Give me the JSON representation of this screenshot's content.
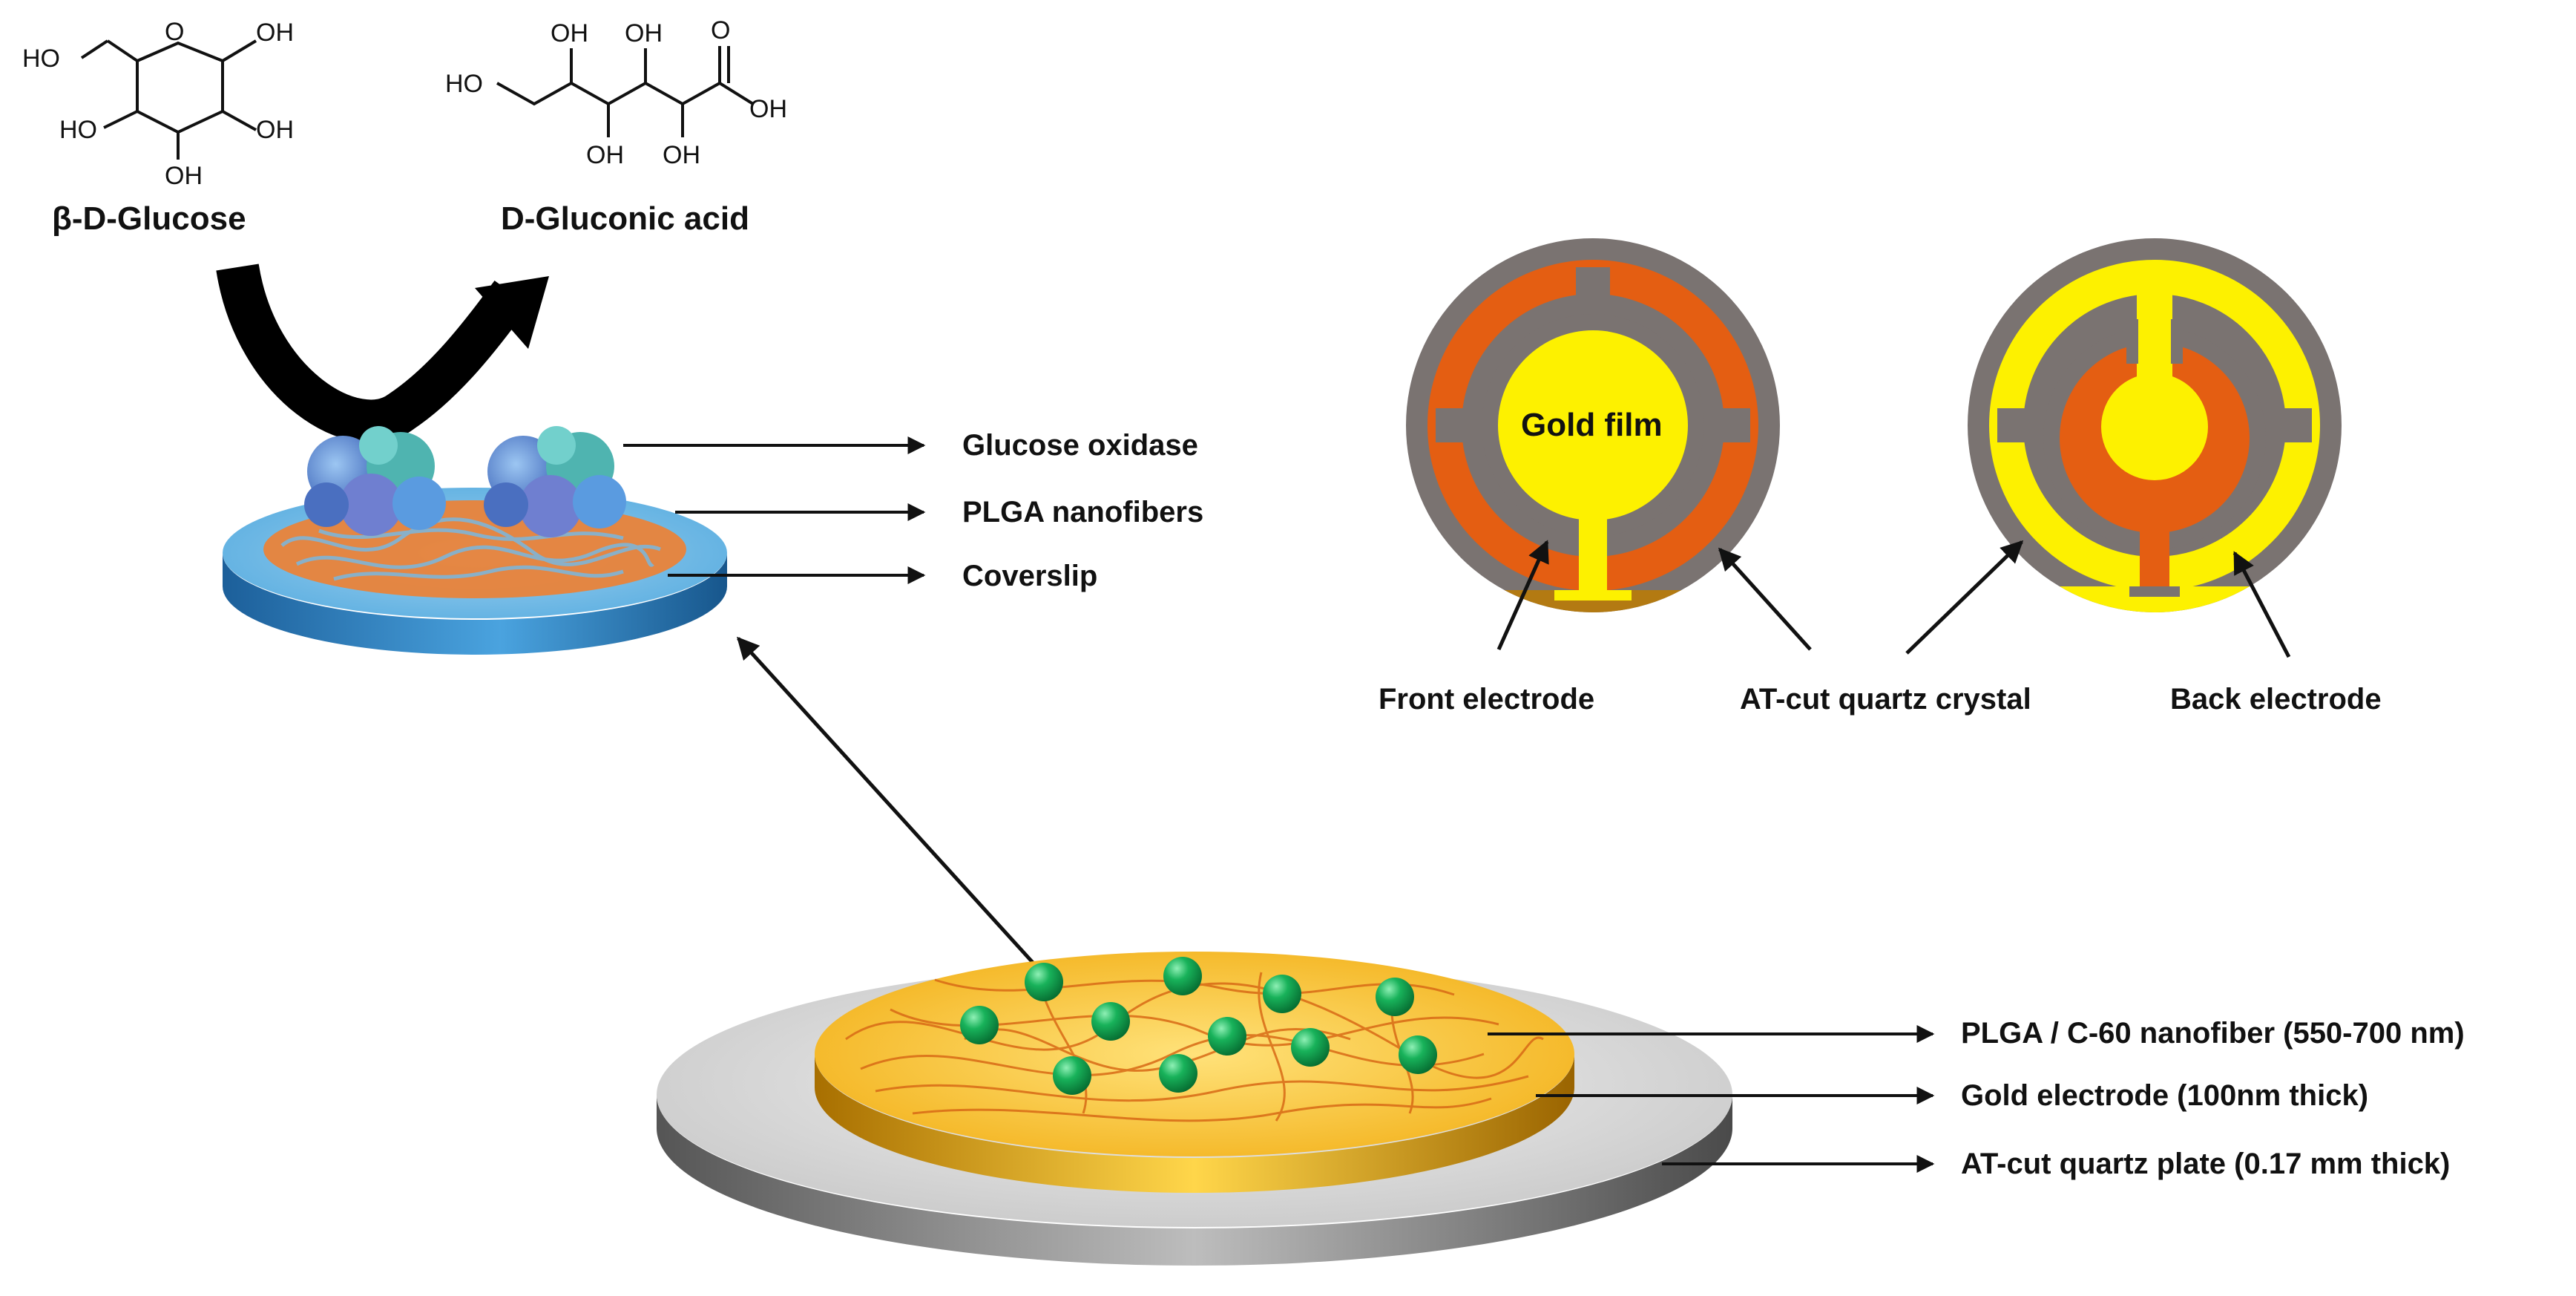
{
  "molecules": {
    "glucose_name": "β-D-Glucose",
    "gluconic_name": "D-Gluconic acid",
    "groups": {
      "oh": "OH",
      "ho": "HO",
      "o": "O"
    }
  },
  "coverslip_labels": {
    "enzyme": "Glucose oxidase",
    "fibers": "PLGA nanofibers",
    "slip": "Coverslip"
  },
  "electrodes": {
    "gold_film": "Gold film",
    "front": "Front electrode",
    "quartz": "AT-cut quartz crystal",
    "back": "Back electrode"
  },
  "device_labels": {
    "nanofiber": "PLGA / C-60 nanofiber (550-700 nm)",
    "gold": "Gold electrode (100nm thick)",
    "plate": "AT-cut quartz plate (0.17 mm thick)"
  },
  "colors": {
    "quartz_grey": "#7a7371",
    "electrode_orange": "#e45e12",
    "gold_yellow": "#fdf100",
    "coverslip_blue": "#2a7fc0",
    "nanofiber_orange": "#e9833a",
    "bead_green": "#12a24e",
    "enzyme_blue": "#5b8fd6"
  },
  "icons": [
    "curved-reaction-arrow-icon",
    "glucose-oxidase-enzyme-icon",
    "nanoparticle-bead-icon"
  ]
}
